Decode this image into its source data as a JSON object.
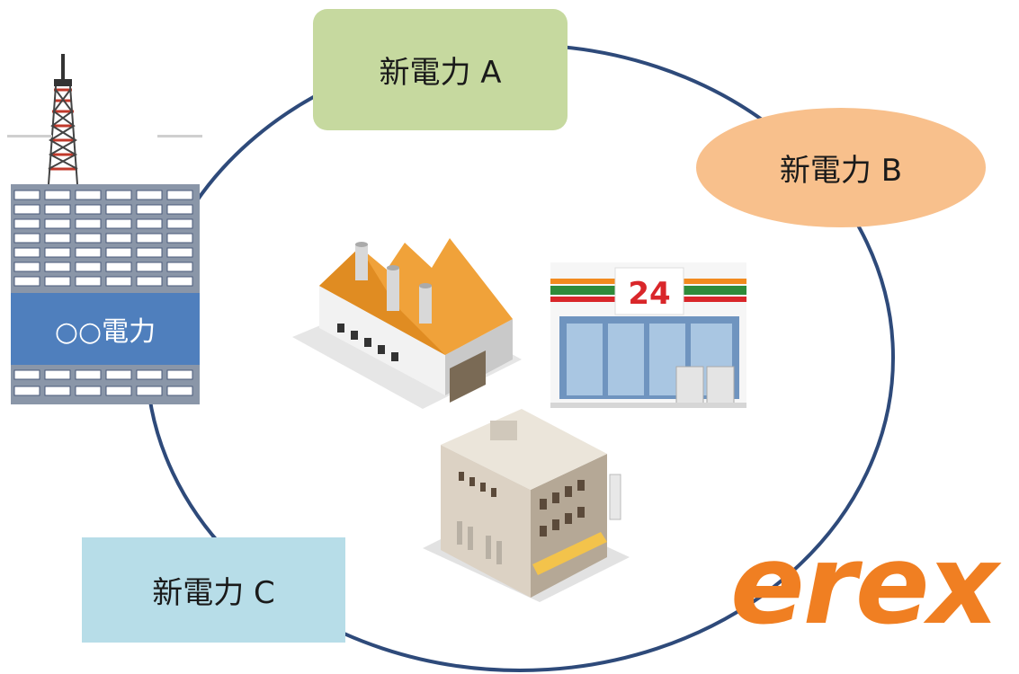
{
  "providers": {
    "a": "新電力 A",
    "b": "新電力 B",
    "c": "新電力 C"
  },
  "utility": {
    "label": "○○電力"
  },
  "logo": {
    "text": "erex",
    "color": "#f07f22"
  },
  "store": {
    "sign_number": "24"
  },
  "colors": {
    "circle": "#2e4a7a",
    "provider_a": "#c6d99f",
    "provider_b": "#f8c08c",
    "provider_c": "#b7dde8",
    "utility": "#4f7fbd"
  },
  "icons": [
    "power-company-building-icon",
    "factory-icon",
    "convenience-store-icon",
    "office-building-icon"
  ]
}
